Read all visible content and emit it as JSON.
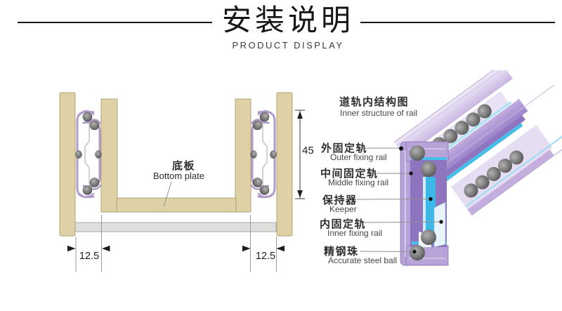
{
  "header": {
    "title": "安装说明",
    "subtitle": "PRODUCT DISPLAY"
  },
  "installation": {
    "bottom_plate_cn": "底板",
    "bottom_plate_en": "Bottom plate",
    "dim_height": "45",
    "dim_left": "12.5",
    "dim_right": "12.5"
  },
  "rail": {
    "title_cn": "道轨内结构图",
    "title_en": "Inner structure of rail",
    "labels": [
      {
        "cn": "外固定轨",
        "en": "Outer fixing rail"
      },
      {
        "cn": "中间固定轨",
        "en": "Middle fixing rail"
      },
      {
        "cn": "保持器",
        "en": "Keeper"
      },
      {
        "cn": "内固定轨",
        "en": "Inner fixing rail"
      },
      {
        "cn": "精钢珠",
        "en": "Accurate steel ball"
      }
    ]
  },
  "colors": {
    "wood": "#ddd1a5",
    "slide_purple": "#b19bc9",
    "rail_lavender": "#b7a3d8",
    "rail_purple": "#8f74bf",
    "keeper_cyan": "#3cb8e6",
    "steel_gray": "#6e6e6e",
    "line": "#161616"
  }
}
